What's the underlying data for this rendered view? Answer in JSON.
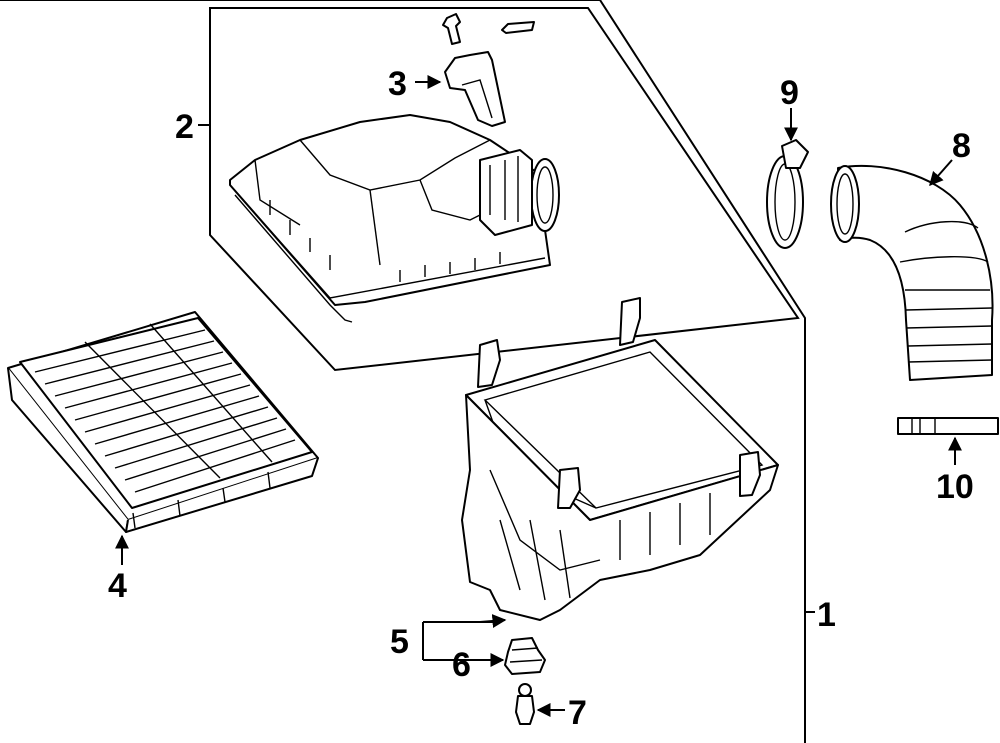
{
  "callouts": {
    "c1": "1",
    "c2": "2",
    "c3": "3",
    "c4": "4",
    "c5": "5",
    "c6": "6",
    "c7": "7",
    "c8": "8",
    "c9": "9",
    "c10": "10"
  },
  "parts": [
    {
      "callout": "1",
      "icon": "air-cleaner-assembly-icon"
    },
    {
      "callout": "2",
      "icon": "air-cleaner-cover-icon"
    },
    {
      "callout": "3",
      "icon": "mass-airflow-sensor-icon"
    },
    {
      "callout": "4",
      "icon": "air-filter-element-icon"
    },
    {
      "callout": "5",
      "icon": "air-cleaner-body-icon"
    },
    {
      "callout": "6",
      "icon": "grommet-icon"
    },
    {
      "callout": "7",
      "icon": "stud-bolt-icon"
    },
    {
      "callout": "8",
      "icon": "intake-hose-icon"
    },
    {
      "callout": "9",
      "icon": "hose-clamp-icon"
    },
    {
      "callout": "10",
      "icon": "clamp-band-icon"
    }
  ]
}
